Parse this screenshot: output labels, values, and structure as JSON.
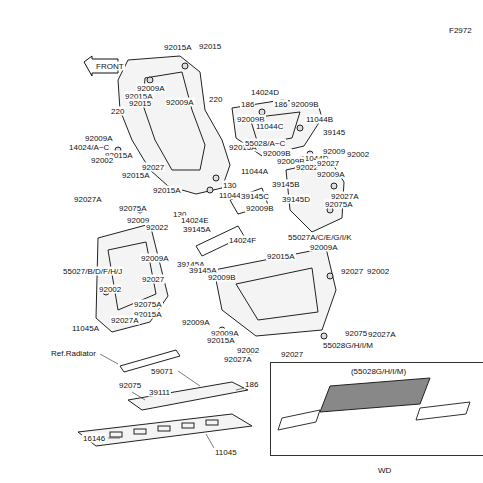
{
  "diagram": {
    "nodes": [
      {
        "text": [
          "(55028G/H/I/M)"
        ]
      }
    ],
    "edges": [],
    "labels": [
      "F2972",
      "FRONT",
      "92015A",
      "92015",
      "92009A",
      "92015A",
      "92015",
      "92009A",
      "220",
      "220",
      "92009A",
      "14024/A~C",
      "92015A",
      "92002",
      "92027",
      "92015A",
      "92027A",
      "92075A",
      "92015A",
      "14024D",
      "186",
      "186",
      "92009B",
      "11044B",
      "92009B",
      "11044C",
      "39145",
      "55028/A~C",
      "92009B",
      "11044D",
      "92009B",
      "92022",
      "11044A",
      "92009",
      "92002",
      "92027",
      "92009A",
      "92027A",
      "92075A",
      "92015A",
      "130",
      "11044",
      "39145B",
      "39145C",
      "39145D",
      "130",
      "14024E",
      "92009B",
      "92009",
      "92022",
      "39145A",
      "55027A/C/E/G/I/K",
      "14024F",
      "92009A",
      "92015A",
      "92009A",
      "39145A",
      "39145A",
      "92009B",
      "55027/B/D/F/H/J",
      "92027",
      "92027",
      "92002",
      "92002",
      "92075A",
      "92015A",
      "92027A",
      "11045A",
      "92009A",
      "92009A",
      "92075A",
      "92027A",
      "55028G/H/I/M",
      "92015A",
      "92002",
      "92027",
      "92027A",
      "Ref.Radiator",
      "59071",
      "92075",
      "186",
      "39111",
      "16146",
      "11045",
      "WD"
    ]
  }
}
